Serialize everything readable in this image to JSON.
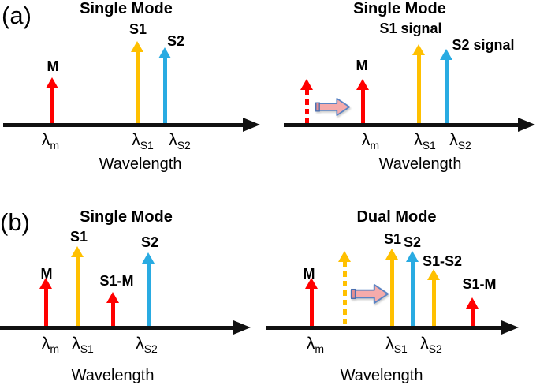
{
  "figure": {
    "row_a_label": "(a)",
    "row_b_label": "(b)"
  },
  "colors": {
    "microwave_red": "#FF0000",
    "s1_gold": "#FFC000",
    "s2_blue": "#29ABE2",
    "axis_black": "#111111",
    "shift_arrow_fill": "#F5ABAB",
    "shift_arrow_outline": "#5B84C4"
  },
  "panels": [
    {
      "title": "Single Mode",
      "xlabel": "Wavelength",
      "arrows": [
        {
          "label": "M",
          "color": "red",
          "style": "solid"
        },
        {
          "label": "S1",
          "color": "gold",
          "style": "solid"
        },
        {
          "label": "S2",
          "color": "blue",
          "style": "solid"
        }
      ],
      "ticks": [
        {
          "base": "λ",
          "sub": "m"
        },
        {
          "base": "λ",
          "sub": "S1"
        },
        {
          "base": "λ",
          "sub": "S2"
        }
      ]
    },
    {
      "title": "Single Mode",
      "xlabel": "Wavelength",
      "arrows": [
        {
          "label": "",
          "color": "red",
          "style": "dashed"
        },
        {
          "label": "M",
          "color": "red",
          "style": "solid"
        },
        {
          "label": "S1 signal",
          "color": "gold",
          "style": "solid"
        },
        {
          "label": "S2 signal",
          "color": "blue",
          "style": "solid"
        }
      ],
      "ticks": [
        {
          "base": "λ",
          "sub": "m"
        },
        {
          "base": "λ",
          "sub": "S1"
        },
        {
          "base": "λ",
          "sub": "S2"
        }
      ]
    },
    {
      "title": "Single Mode",
      "xlabel": "Wavelength",
      "arrows": [
        {
          "label": "M",
          "color": "red",
          "style": "solid"
        },
        {
          "label": "S1",
          "color": "gold",
          "style": "solid"
        },
        {
          "label": "S1-M",
          "color": "red",
          "style": "solid"
        },
        {
          "label": "S2",
          "color": "blue",
          "style": "solid"
        }
      ],
      "ticks": [
        {
          "base": "λ",
          "sub": "m"
        },
        {
          "base": "λ",
          "sub": "S1"
        },
        {
          "base": "λ",
          "sub": "S2"
        }
      ]
    },
    {
      "title": "Dual Mode",
      "xlabel": "Wavelength",
      "arrows": [
        {
          "label": "M",
          "color": "red",
          "style": "solid"
        },
        {
          "label": "",
          "color": "gold",
          "style": "dashed"
        },
        {
          "label": "S1",
          "color": "gold",
          "style": "solid"
        },
        {
          "label": "S2",
          "color": "blue",
          "style": "solid"
        },
        {
          "label": "S1-S2",
          "color": "gold",
          "style": "solid"
        },
        {
          "label": "S1-M",
          "color": "red",
          "style": "solid"
        }
      ],
      "ticks": [
        {
          "base": "λ",
          "sub": "m"
        },
        {
          "base": "λ",
          "sub": "S1"
        },
        {
          "base": "λ",
          "sub": "S2"
        }
      ]
    }
  ]
}
